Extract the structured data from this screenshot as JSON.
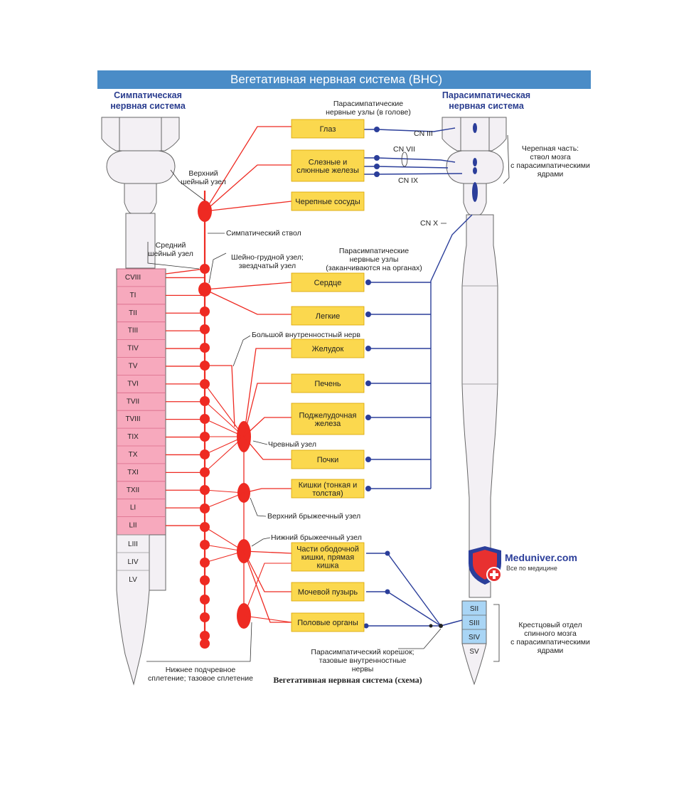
{
  "title": "Вегетативная нервная система (ВНС)",
  "caption": "Вегетативная нервная система (схема)",
  "sympathetic": {
    "line1": "Симпатическая",
    "line2": "нервная система"
  },
  "parasympathetic": {
    "line1": "Парасимпатическая",
    "line2": "нервная система"
  },
  "segments": {
    "thoracolumbar": [
      "CVIII",
      "TI",
      "TII",
      "TIII",
      "TIV",
      "TV",
      "TVI",
      "TVII",
      "TVIII",
      "TIX",
      "TX",
      "TXI",
      "TXII",
      "LI",
      "LII"
    ],
    "lumbar": [
      "LIII",
      "LIV",
      "LV"
    ],
    "sacral_para": [
      "SII",
      "SIII",
      "SIV"
    ],
    "sacral_last": "SV"
  },
  "organs": [
    {
      "id": "eye",
      "lines": [
        "Глаз"
      ]
    },
    {
      "id": "lacrimal",
      "lines": [
        "Слезные и",
        "слюнные железы"
      ]
    },
    {
      "id": "cranial-vessels",
      "lines": [
        "Черепные сосуды"
      ]
    },
    {
      "id": "heart",
      "lines": [
        "Сердце"
      ]
    },
    {
      "id": "lungs",
      "lines": [
        "Легкие"
      ]
    },
    {
      "id": "stomach",
      "lines": [
        "Желудок"
      ]
    },
    {
      "id": "liver",
      "lines": [
        "Печень"
      ]
    },
    {
      "id": "pancreas",
      "lines": [
        "Поджелудочная",
        "железа"
      ]
    },
    {
      "id": "kidneys",
      "lines": [
        "Почки"
      ]
    },
    {
      "id": "intestine",
      "lines": [
        "Кишки (тонкая и",
        "толстая)"
      ]
    },
    {
      "id": "colon",
      "lines": [
        "Части ободочной",
        "кишки, прямая",
        "кишка"
      ]
    },
    {
      "id": "bladder",
      "lines": [
        "Мочевой пузырь"
      ]
    },
    {
      "id": "genitals",
      "lines": [
        "Половые органы"
      ]
    }
  ],
  "labels": {
    "sup_cervical": [
      "Верхний",
      "шейный узел"
    ],
    "mid_cervical": [
      "Средний",
      "шейный узел"
    ],
    "symp_trunk": [
      "Симпатический ствол"
    ],
    "stellate": [
      "Шейно-грудной узел;",
      "звездчатый узел"
    ],
    "para_head": [
      "Парасимпатические",
      "нервные узлы (в голове)"
    ],
    "para_organs": [
      "Парасимпатические",
      "нервные узлы",
      "(заканчиваются на органах)"
    ],
    "splanchnic": [
      "Большой внутренностный нерв"
    ],
    "celiac": [
      "Чревный узел"
    ],
    "sup_mesenteric": [
      "Верхний брыжеечный узел"
    ],
    "inf_mesenteric": [
      "Нижний брыжеечный узел"
    ],
    "hypogastric": [
      "Нижнее подчревное",
      "сплетение; тазовое сплетение"
    ],
    "pelvic_root": [
      "Парасимпатический корешок;",
      "тазовые внутренностные",
      "нервы"
    ],
    "cranial_part": [
      "Черепная часть:",
      "ствол мозга",
      "с парасимпатическими",
      "ядрами"
    ],
    "sacral_part": [
      "Крестцовый отдел",
      "спинного мозга",
      "с парасимпатическими",
      "ядрами"
    ],
    "cn3": "CN III",
    "cn7": "CN VII",
    "cn9": "CN IX",
    "cn10": "CN X"
  },
  "logo": {
    "name": "Meduniver.com",
    "tagline": "Все по медицине"
  },
  "colors": {
    "title_bar": "#4a8cc7",
    "sympathetic": "#ee2a22",
    "parasympathetic": "#2b3e9a",
    "organ_fill": "#fbd84e",
    "thoracolumbar_fill": "#f7a9bd",
    "sacral_fill": "#a9d5f5",
    "cord_fill": "#f3f0f4",
    "heading": "#2a3d8f"
  }
}
